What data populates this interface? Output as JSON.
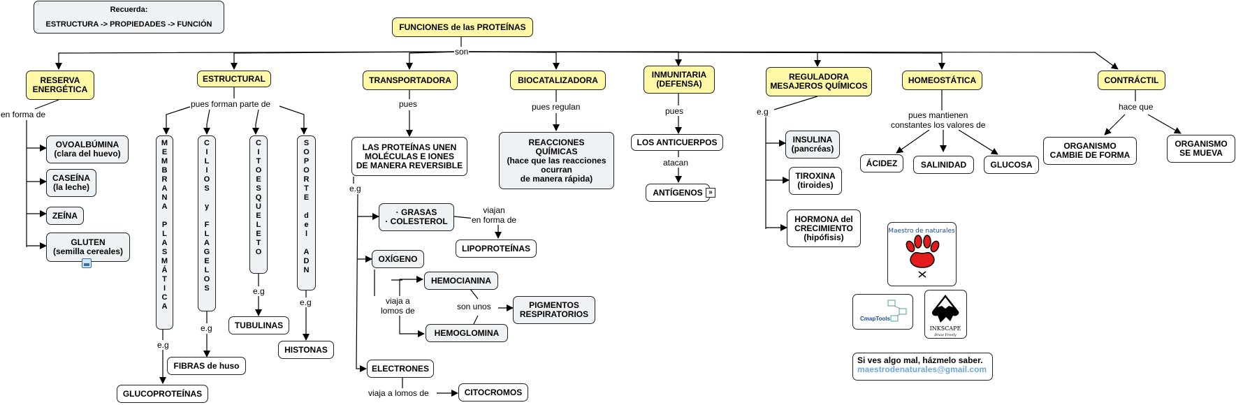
{
  "recuerda": {
    "title": "Recuerda:",
    "text": "ESTRUCTURA -> PROPIEDADES -> FUNCIÓN"
  },
  "root": "FUNCIONES de las PROTEÍNAS",
  "root_link": "son",
  "categories": {
    "reserva": "RESERVA\nENERGÉTICA",
    "estructural": "ESTRUCTURAL",
    "transportadora": "TRANSPORTADORA",
    "biocatalizadora": "BIOCATALIZADORA",
    "inmunitaria": "INMUNITARIA\n(DEFENSA)",
    "reguladora": "REGULADORA\nMESAJEROS QUÍMICOS",
    "homeostatica": "HOMEOSTÁTICA",
    "contractil": "CONTRÁCTIL"
  },
  "reserva": {
    "link": "en forma de",
    "items": [
      "OVOALBÚMINA\n(clara del huevo)",
      "CASEÍNA\n(la leche)",
      "ZEÍNA",
      "GLUTEN\n(semilla cereales)"
    ]
  },
  "estructural": {
    "link": "pues forman parte de",
    "columns": [
      {
        "letters": [
          "M",
          "E",
          "M",
          "B",
          "R",
          "A",
          "N",
          "A",
          "",
          "P",
          "L",
          "A",
          "S",
          "M",
          "Á",
          "T",
          "I",
          "C",
          "A"
        ],
        "link": "e.g",
        "example": "GLUCOPROTEÍNAS"
      },
      {
        "letters": [
          "C",
          "I",
          "L",
          "I",
          "O",
          "S",
          "",
          "y",
          "",
          "F",
          "L",
          "A",
          "G",
          "E",
          "L",
          "O",
          "S"
        ],
        "link": "e.g",
        "example": "FIBRAS de huso"
      },
      {
        "letters": [
          "C",
          "I",
          "T",
          "O",
          "E",
          "S",
          "Q",
          "U",
          "E",
          "L",
          "E",
          "T",
          "O"
        ],
        "link": "e.g",
        "example": "TUBULINAS"
      },
      {
        "letters": [
          "S",
          "O",
          "P",
          "O",
          "R",
          "T",
          "E",
          "",
          "d",
          "e",
          "l",
          "",
          "A",
          "D",
          "N"
        ],
        "link": "e.g",
        "example": "HISTONAS"
      }
    ]
  },
  "transportadora": {
    "link": "pues",
    "main": "LAS PROTEÍNAS UNEN\nMOLÉCULAS E IONES\nDE MANERA REVERSIBLE",
    "eg": "e.g",
    "grasas": "· GRASAS\n· COLESTEROL",
    "grasas_link": "viajan\nen forma de",
    "lipoproteinas": "LIPOPROTEÍNAS",
    "oxigeno": "OXÍGENO",
    "oxigeno_link": "viaja a\nlomos de",
    "hemocianina": "HEMOCIANINA",
    "hemoglomina": "HEMOGLOMINA",
    "pigmentos_link": "son unos",
    "pigmentos": "PIGMENTOS\nRESPIRATORIOS",
    "electrones": "ELECTRONES",
    "electrones_link": "viaja a lomos de",
    "citocromos": "CITOCROMOS"
  },
  "biocatalizadora": {
    "link": "pues regulan",
    "target": "REACCIONES\nQUÍMICAS\n(hace que las reacciones\nocurran\nde manera rápida)"
  },
  "inmunitaria": {
    "link": "pues",
    "anticuerpos": "LOS ANTICUERPOS",
    "atacan": "atacan",
    "antigenos": "ANTÍGENOS"
  },
  "reguladora": {
    "eg": "e.g",
    "items": [
      "INSULINA\n(pancréas)",
      "TIROXINA\n(tiroides)",
      "HORMONA del\nCRECIMIENTO\n(hipófisis)"
    ]
  },
  "homeostatica": {
    "link": "pues mantienen\nconstantes los valores de",
    "items": [
      "ÁCIDEZ",
      "SALINIDAD",
      "GLUCOSA"
    ]
  },
  "contractil": {
    "link": "hace que",
    "items": [
      "ORGANISMO\nCAMBIE DE FORMA",
      "ORGANISMO\nSE MUEVA"
    ]
  },
  "logos": {
    "maestro": "Maestro de naturales",
    "cmap": "CmapTools",
    "inkscape": "INKSCAPE",
    "inkscape_tag": "Draw Freely"
  },
  "contact": {
    "line1": "Si ves algo mal, házmelo saber.",
    "email": "maestrodenaturales@gmail.com"
  }
}
